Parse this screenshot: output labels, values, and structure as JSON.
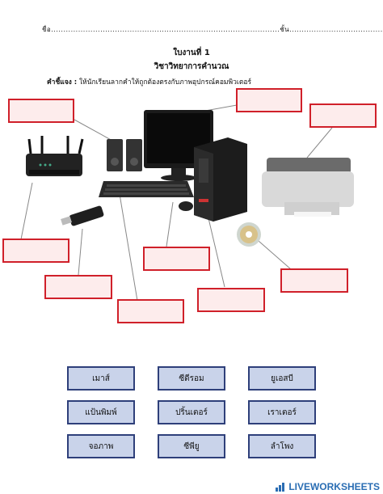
{
  "header": {
    "name_line": "ชื่อ.............................................................................................ชั้น........................................."
  },
  "title": "ใบงานที่ 1",
  "subtitle": "วิชาวิทยาการคำนวณ",
  "instruction": {
    "label": "คำชี้แจง :",
    "text": " ให้นักเรียนลากคำให้ถูกต้องตรงกับภาพอุปกรณ์คอมพิวเตอร์"
  },
  "word_bank": [
    [
      "เมาส์",
      "ซีดีรอม",
      "ยูเอสบี"
    ],
    [
      "แป้นพิมพ์",
      "ปริ้นเตอร์",
      "เราเตอร์"
    ],
    [
      "จอภาพ",
      "ซีพียู",
      "ลำโพง"
    ]
  ],
  "brand": {
    "logo_text": "LIVEWORKSHEETS"
  },
  "colors": {
    "drop_border": "#d0202a",
    "drop_fill": "#fdecec",
    "tile_fill": "#c9d3ea",
    "tile_border": "#2e3f7a"
  }
}
